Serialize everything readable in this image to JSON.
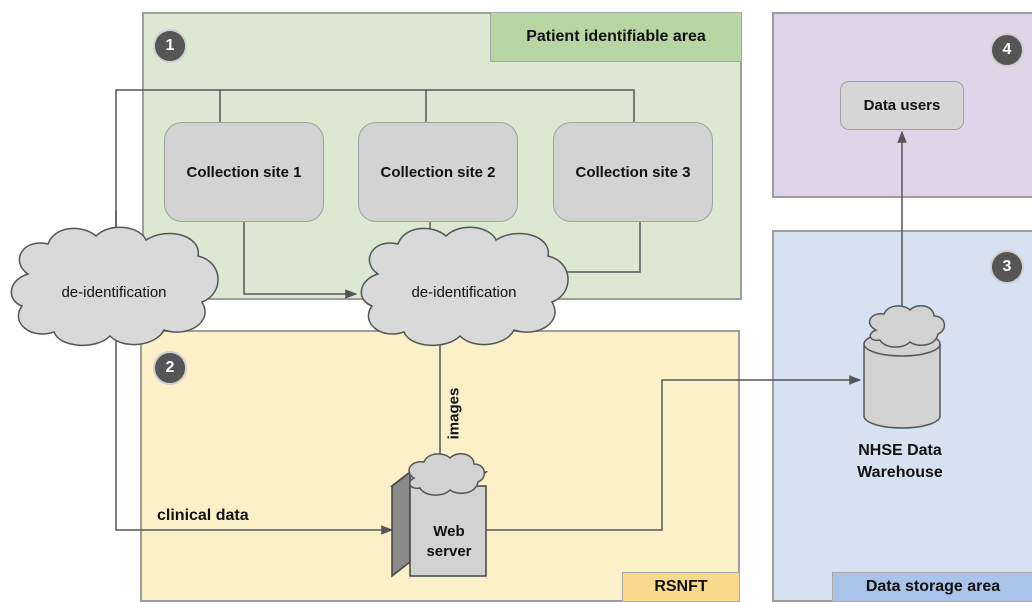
{
  "zones": {
    "patient_identifiable": {
      "number": "1",
      "tag": "Patient identifiable area"
    },
    "rsnft": {
      "number": "2",
      "tag": "RSNFT"
    },
    "data_storage": {
      "number": "3",
      "tag": "Data storage area"
    },
    "data_users_zone": {
      "number": "4"
    }
  },
  "nodes": {
    "collection_sites": [
      "Collection site 1",
      "Collection site 2",
      "Collection site 3"
    ],
    "deid_left": "de-identification",
    "deid_center": "de-identification",
    "web_server": [
      "Web",
      "server"
    ],
    "warehouse": [
      "NHSE Data",
      "Warehouse"
    ],
    "data_users": "Data users"
  },
  "edges": {
    "images": "images",
    "clinical_data": "clinical data"
  },
  "colors": {
    "zone_green": "#dce9d2",
    "zone_yellow": "#fcf0c9",
    "zone_purple": "#e0d4e8",
    "zone_blue": "#d6e2f2",
    "arrow": "#555555"
  }
}
